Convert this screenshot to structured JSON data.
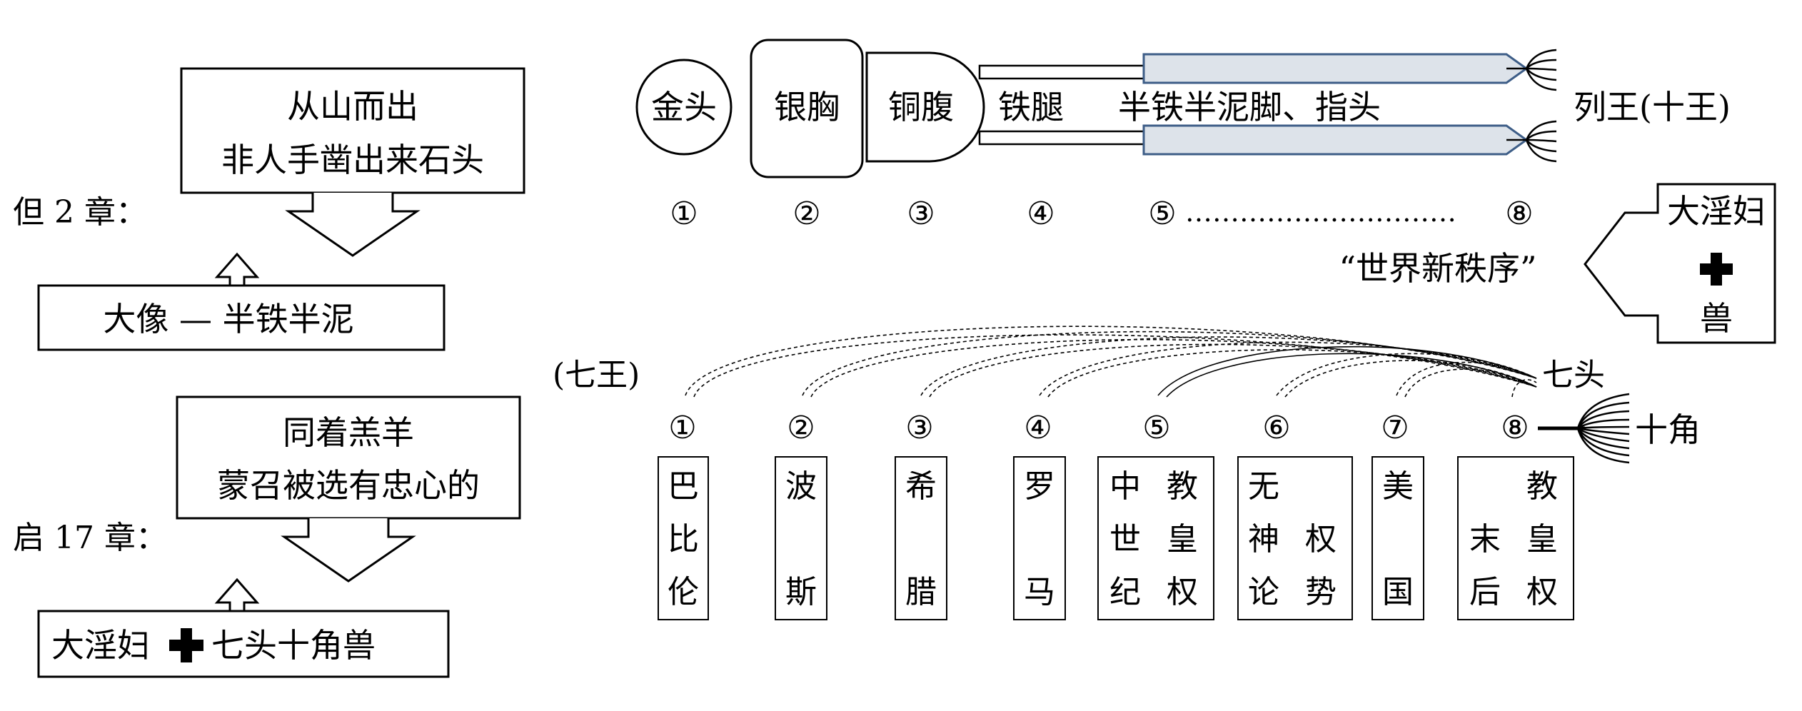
{
  "left": {
    "dan": {
      "label": "但 2 章：",
      "stone_line1": "从山而出",
      "stone_line2": "非人手凿出来石头",
      "statue": "大像 — 半铁半泥"
    },
    "rev": {
      "label": "启 17 章：",
      "lamb_line1": "同着羔羊",
      "lamb_line2": "蒙召被选有忠心的",
      "harlot_left": "大淫妇",
      "harlot_right": "七头十角兽"
    }
  },
  "statue": {
    "gold": "金头",
    "silver": "银胸",
    "bronze": "铜腹",
    "iron": "铁腿",
    "feet": "半铁半泥脚、指头",
    "kings": "列王(十王)",
    "numbers": [
      "①",
      "②",
      "③",
      "④",
      "⑤",
      "⑧"
    ],
    "dots": "…………………………"
  },
  "new_order": {
    "label": "“世界新秩序”",
    "harlot": "大淫妇",
    "beast": "兽"
  },
  "beast": {
    "seven_kings": "(七王)",
    "seven_heads": "七头",
    "ten_horns": "十角",
    "numbers": [
      "①",
      "②",
      "③",
      "④",
      "⑤",
      "⑥",
      "⑦",
      "⑧"
    ],
    "kingdoms": [
      {
        "rows": [
          [
            "巴"
          ],
          [
            "比"
          ],
          [
            "伦"
          ]
        ]
      },
      {
        "rows": [
          [
            "波"
          ],
          [
            ""
          ],
          [
            "斯"
          ]
        ]
      },
      {
        "rows": [
          [
            "希"
          ],
          [
            ""
          ],
          [
            "腊"
          ]
        ]
      },
      {
        "rows": [
          [
            "罗"
          ],
          [
            ""
          ],
          [
            "马"
          ]
        ]
      },
      {
        "rows": [
          [
            "中",
            "教"
          ],
          [
            "世",
            "皇"
          ],
          [
            "纪",
            "权"
          ]
        ]
      },
      {
        "rows": [
          [
            "无",
            ""
          ],
          [
            "神",
            "权"
          ],
          [
            "论",
            "势"
          ]
        ]
      },
      {
        "rows": [
          [
            "美"
          ],
          [
            ""
          ],
          [
            "国"
          ]
        ]
      },
      {
        "rows": [
          [
            "",
            "教"
          ],
          [
            "末",
            "皇"
          ],
          [
            "后",
            "权"
          ]
        ]
      }
    ]
  },
  "colors": {
    "feet_fill": "#dde3ea",
    "feet_stroke": "#3d5d87",
    "line": "#000000"
  }
}
